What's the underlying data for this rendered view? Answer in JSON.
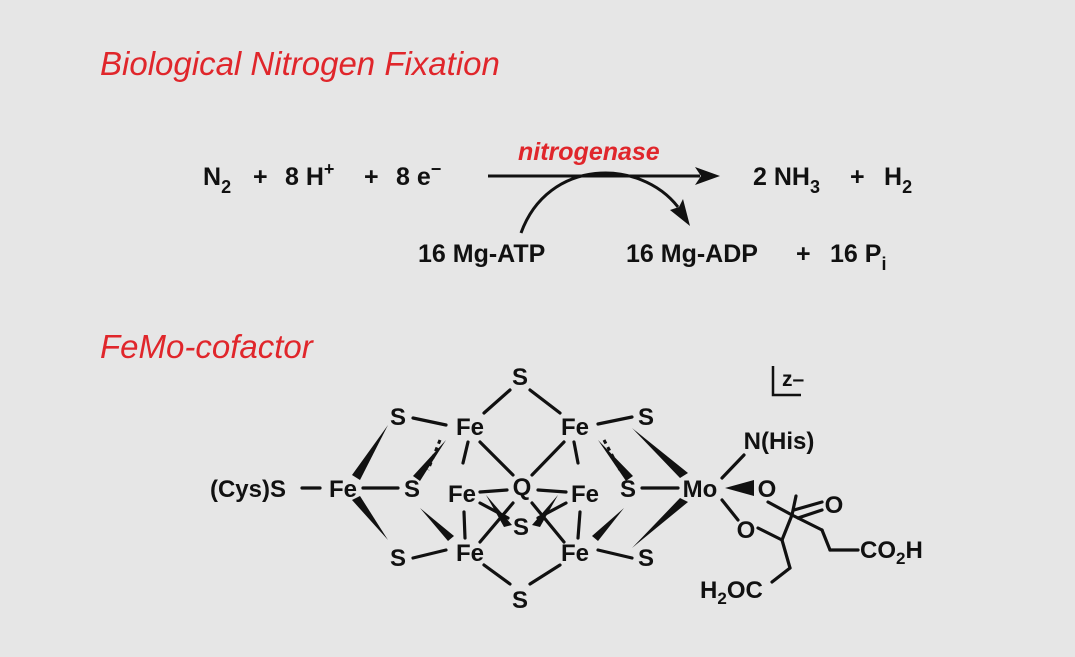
{
  "colors": {
    "accent": "#e0262b",
    "ink": "#111111",
    "background": "#e6e6e6"
  },
  "section1": {
    "title": "Biological Nitrogen Fixation"
  },
  "reaction": {
    "n": "N",
    "n_sub": "2",
    "plus1": "+",
    "h_coef": "8 H",
    "h_sup": "+",
    "plus2": "+",
    "e_coef": "8 e",
    "e_sup": "−",
    "enzyme": "nitrogenase",
    "nh": "2 NH",
    "nh_sub": "3",
    "plus3": "+",
    "h2": "H",
    "h2_sub": "2",
    "atp": "16 Mg-ATP",
    "adp": "16 Mg-ADP",
    "plus4": "+",
    "pi": "16 P",
    "pi_sub": "i"
  },
  "section2": {
    "title": "FeMo-cofactor"
  },
  "axis": {
    "label": "z–"
  },
  "cofactor": {
    "s_top": "S",
    "s_bottom": "S",
    "s_ul": "S",
    "s_ur": "S",
    "s_ll": "S",
    "s_lr": "S",
    "fe_ul": "Fe",
    "fe_ur": "Fe",
    "fe_ll": "Fe",
    "fe_lr": "Fe",
    "fe_ml": "Fe",
    "fe_mr": "Fe",
    "fe_term": "Fe",
    "q": "Q",
    "s_ml": "S",
    "s_mr": "S",
    "s_center": "S",
    "cys": "(Cys)S",
    "mo": "Mo",
    "his": "N(His)",
    "o1": "O",
    "o2": "O",
    "o_carbonyl": "O",
    "co2h_1": "CO",
    "co2h_sub": "2",
    "co2h_2": "H",
    "h2oc_1": "H",
    "h2oc_sub": "2",
    "h2oc_2": "OC"
  }
}
